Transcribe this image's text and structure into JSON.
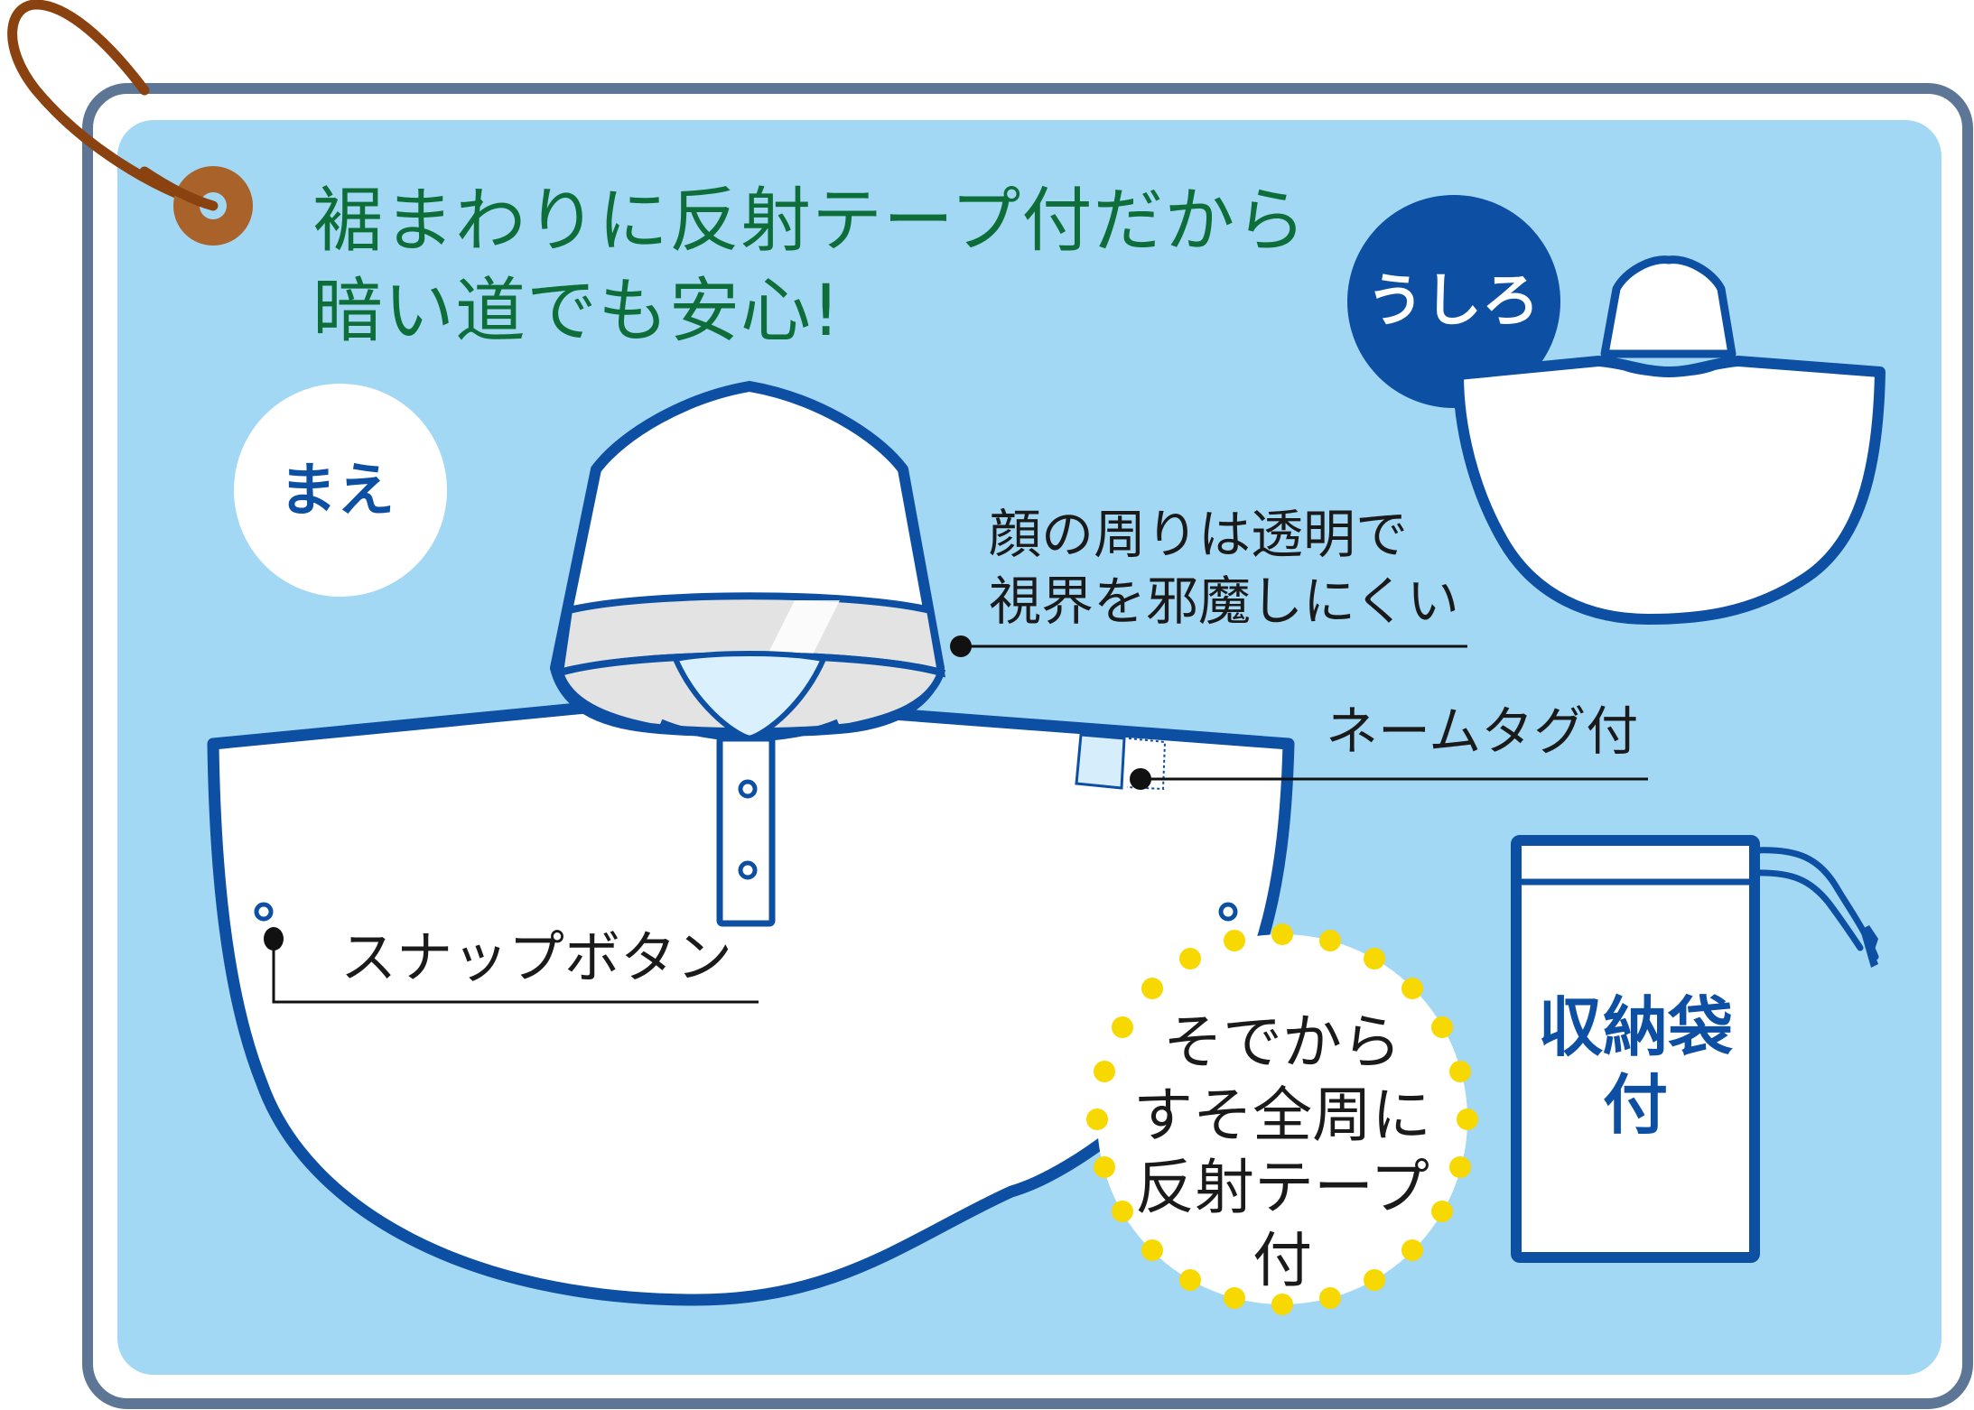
{
  "colors": {
    "tag_border": "#5e7696",
    "tag_inner_white": "#ffffff",
    "panel_blue": "#a3d8f5",
    "poncho_outline": "#0d4fa2",
    "poncho_fill": "#ffffff",
    "headline_green": "#0e6e3a",
    "label_text": "#1a1a1a",
    "string_brown": "#8a4310",
    "grommet_brown": "#a8622a",
    "reflective_dots": "#f7d800",
    "transparent_visor": "#e3e3e3",
    "neck_inner": "#daf0fc"
  },
  "headline": {
    "line1": "裾まわりに反射テープ付だから",
    "line2": "暗い道でも安心!"
  },
  "front_view": {
    "badge_label": "まえ"
  },
  "back_view": {
    "badge_label": "うしろ"
  },
  "callouts": {
    "visor": {
      "line1": "顔の周りは透明で",
      "line2": "視界を邪魔しにくい"
    },
    "name_tag": {
      "label": "ネームタグ付"
    },
    "snap_button": {
      "label": "スナップボタン"
    }
  },
  "reflective_badge": {
    "line1": "そでから",
    "line2": "すそ全周に",
    "line3": "反射テープ",
    "line4": "付"
  },
  "storage_bag": {
    "line1": "収納袋",
    "line2": "付"
  }
}
